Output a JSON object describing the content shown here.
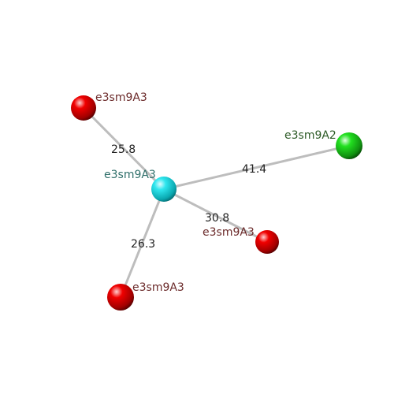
{
  "center": {
    "label": "e3sm9A3",
    "color": "#22e0e6",
    "label_color": "#2f6f6a"
  },
  "neighbors": [
    {
      "label": "e3sm9A3",
      "color": "#e00000",
      "label_color": "#6b2a2a",
      "distance": "25.8"
    },
    {
      "label": "e3sm9A2",
      "color": "#22d020",
      "label_color": "#2c5a26",
      "distance": "41.4"
    },
    {
      "label": "e3sm9A3",
      "color": "#e00000",
      "label_color": "#6b2a2a",
      "distance": "30.8"
    },
    {
      "label": "e3sm9A3",
      "color": "#e00000",
      "label_color": "#6b2a2a",
      "distance": "26.3"
    }
  ]
}
